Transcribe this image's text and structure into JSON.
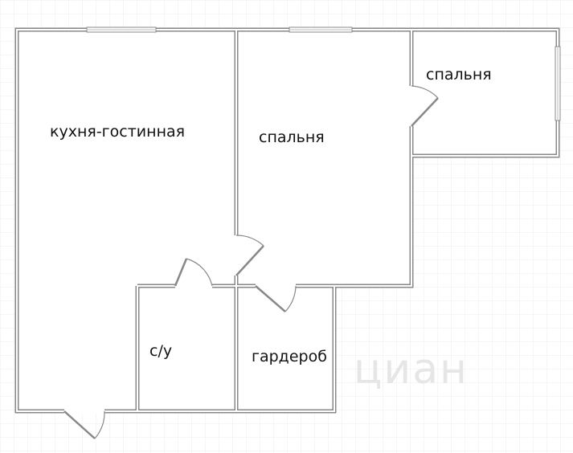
{
  "plan": {
    "rooms": [
      {
        "id": "kitchen-living",
        "label": "кухня-гостинная"
      },
      {
        "id": "bedroom-main",
        "label": "спальня"
      },
      {
        "id": "bedroom-small",
        "label": "спальня"
      },
      {
        "id": "bathroom",
        "label": "с/у"
      },
      {
        "id": "wardrobe",
        "label": "гардероб"
      }
    ],
    "watermark": "циан",
    "colors": {
      "wall": "#888888",
      "wall_inner": "#ffffff",
      "grid": "#ececec",
      "door": "#888888"
    }
  }
}
